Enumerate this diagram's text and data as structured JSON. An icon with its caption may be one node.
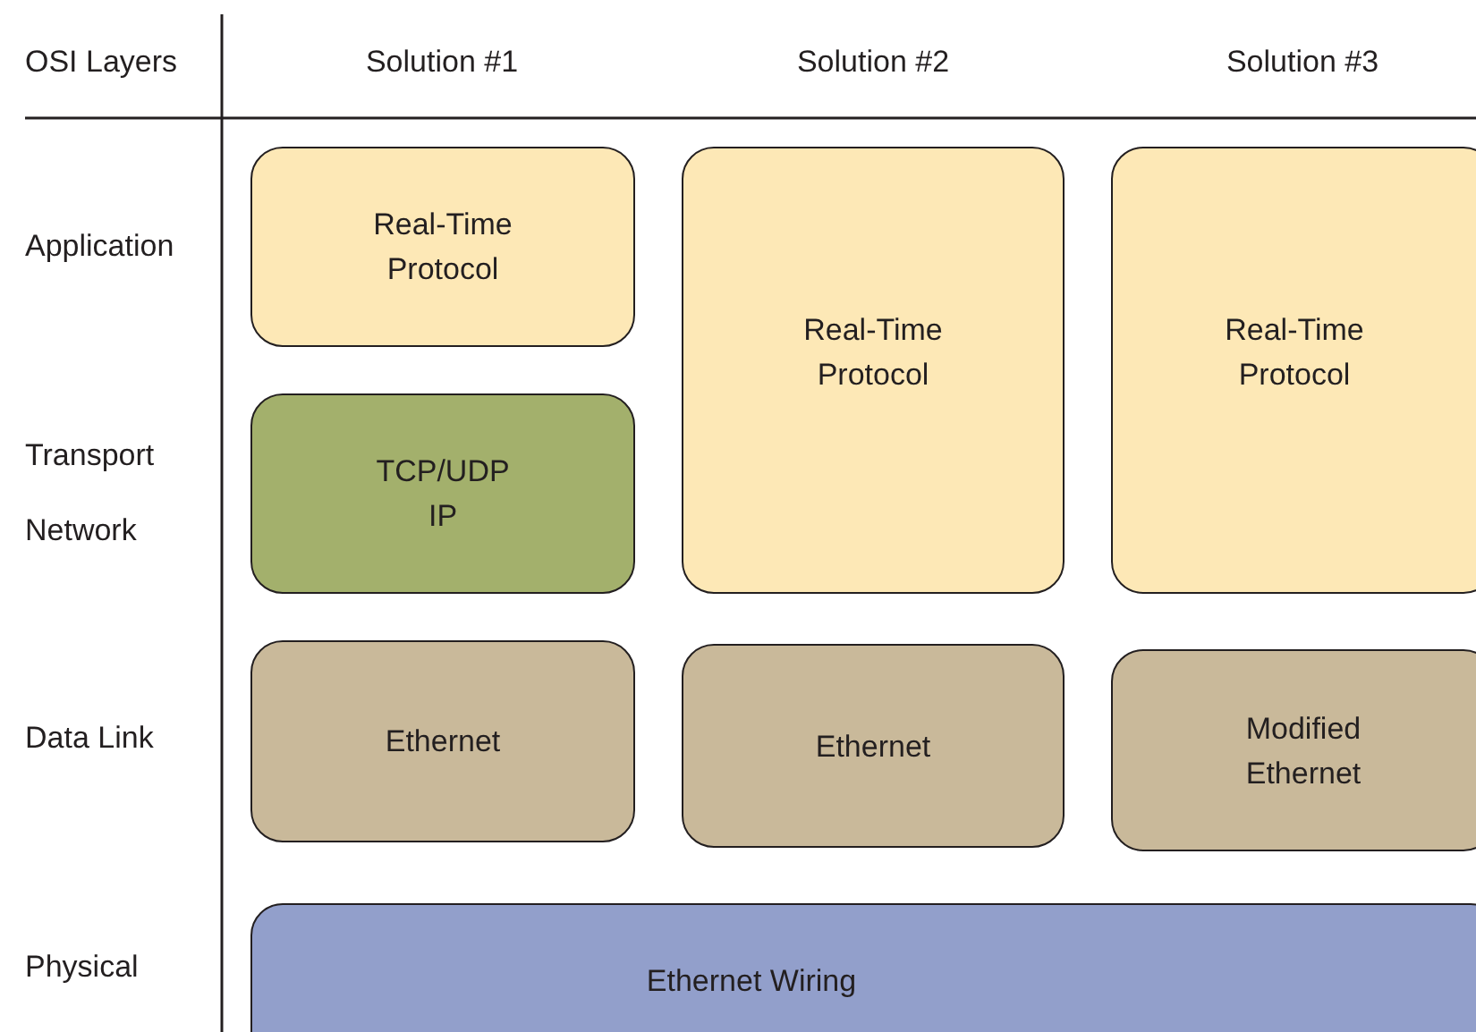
{
  "diagram": {
    "nodes": [
      {
        "text": [
          "Real-Time Protocol"
        ]
      },
      {
        "text": [
          "TCP/UDP",
          "IP"
        ]
      },
      {
        "text": [
          "Real-Time Protocol"
        ]
      },
      {
        "text": [
          "Real-Time Protocol"
        ]
      },
      {
        "text": [
          "Ethernet"
        ]
      },
      {
        "text": [
          "Ethernet"
        ]
      },
      {
        "text": [
          "Modified Ethernet"
        ]
      },
      {
        "text": [
          "Ethernet Wiring"
        ]
      }
    ],
    "labels": [
      "OSI Layers",
      "Solution #1",
      "Solution #2",
      "Solution #3",
      "Application",
      "Transport",
      "Network",
      "Data Link",
      "Physical"
    ]
  }
}
